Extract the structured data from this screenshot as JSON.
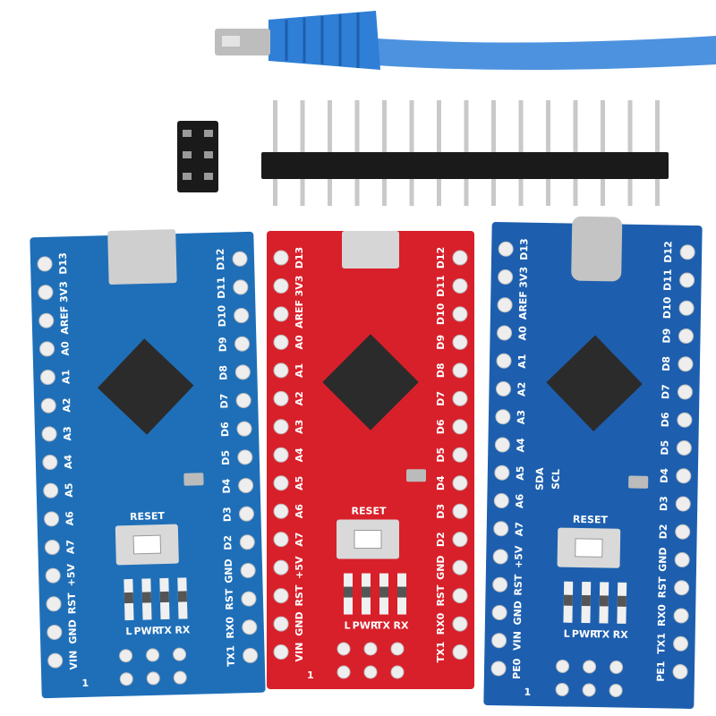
{
  "colors": {
    "cable": "#2f7fd6",
    "board_blue": "#1f6fb8",
    "board_red": "#d8202a",
    "board_blue2": "#1d5fae",
    "header_plastic": "#1a1a1a",
    "pin_metal": "#c9c9c9",
    "chip": "#2b2b2b"
  },
  "boards": [
    {
      "name": "mini-usb-nano-blue",
      "left_pins": [
        "D13",
        "3V3",
        "AREF",
        "A0",
        "A1",
        "A2",
        "A3",
        "A4",
        "A5",
        "A6",
        "A7",
        "+5V",
        "RST",
        "GND",
        "VIN"
      ],
      "right_pins": [
        "D12",
        "D11",
        "D10",
        "D9",
        "D8",
        "D7",
        "D6",
        "D5",
        "D4",
        "D3",
        "D2",
        "GND",
        "RST",
        "RX0",
        "TX1"
      ],
      "reset_label": "RESET",
      "led_labels": [
        "L",
        "PWR",
        "TX",
        "RX"
      ],
      "corner_label": "1"
    },
    {
      "name": "micro-usb-nano-red",
      "left_pins": [
        "D13",
        "3V3",
        "AREF",
        "A0",
        "A1",
        "A2",
        "A3",
        "A4",
        "A5",
        "A6",
        "A7",
        "+5V",
        "RST",
        "GND",
        "VIN"
      ],
      "right_pins": [
        "D12",
        "D11",
        "D10",
        "D9",
        "D8",
        "D7",
        "D6",
        "D5",
        "D4",
        "D3",
        "D2",
        "GND",
        "RST",
        "RX0",
        "TX1"
      ],
      "reset_label": "RESET",
      "led_labels": [
        "L",
        "PWR",
        "TX",
        "RX"
      ],
      "corner_label": "1"
    },
    {
      "name": "usb-c-nano-blue",
      "left_pins": [
        "D13",
        "3V3",
        "AREF",
        "A0",
        "A1",
        "A2",
        "A3",
        "A4",
        "A5",
        "A6",
        "A7",
        "+5V",
        "RST",
        "GND",
        "VIN",
        "PE0"
      ],
      "right_pins": [
        "D12",
        "D11",
        "D10",
        "D9",
        "D8",
        "D7",
        "D6",
        "D5",
        "D4",
        "D3",
        "D2",
        "GND",
        "RST",
        "RX0",
        "TX1",
        "PE1"
      ],
      "extra_labels": [
        "SDA",
        "SCL"
      ],
      "reset_label": "RESET",
      "led_labels": [
        "L",
        "PWR",
        "TX",
        "RX"
      ],
      "corner_label": "1"
    }
  ]
}
